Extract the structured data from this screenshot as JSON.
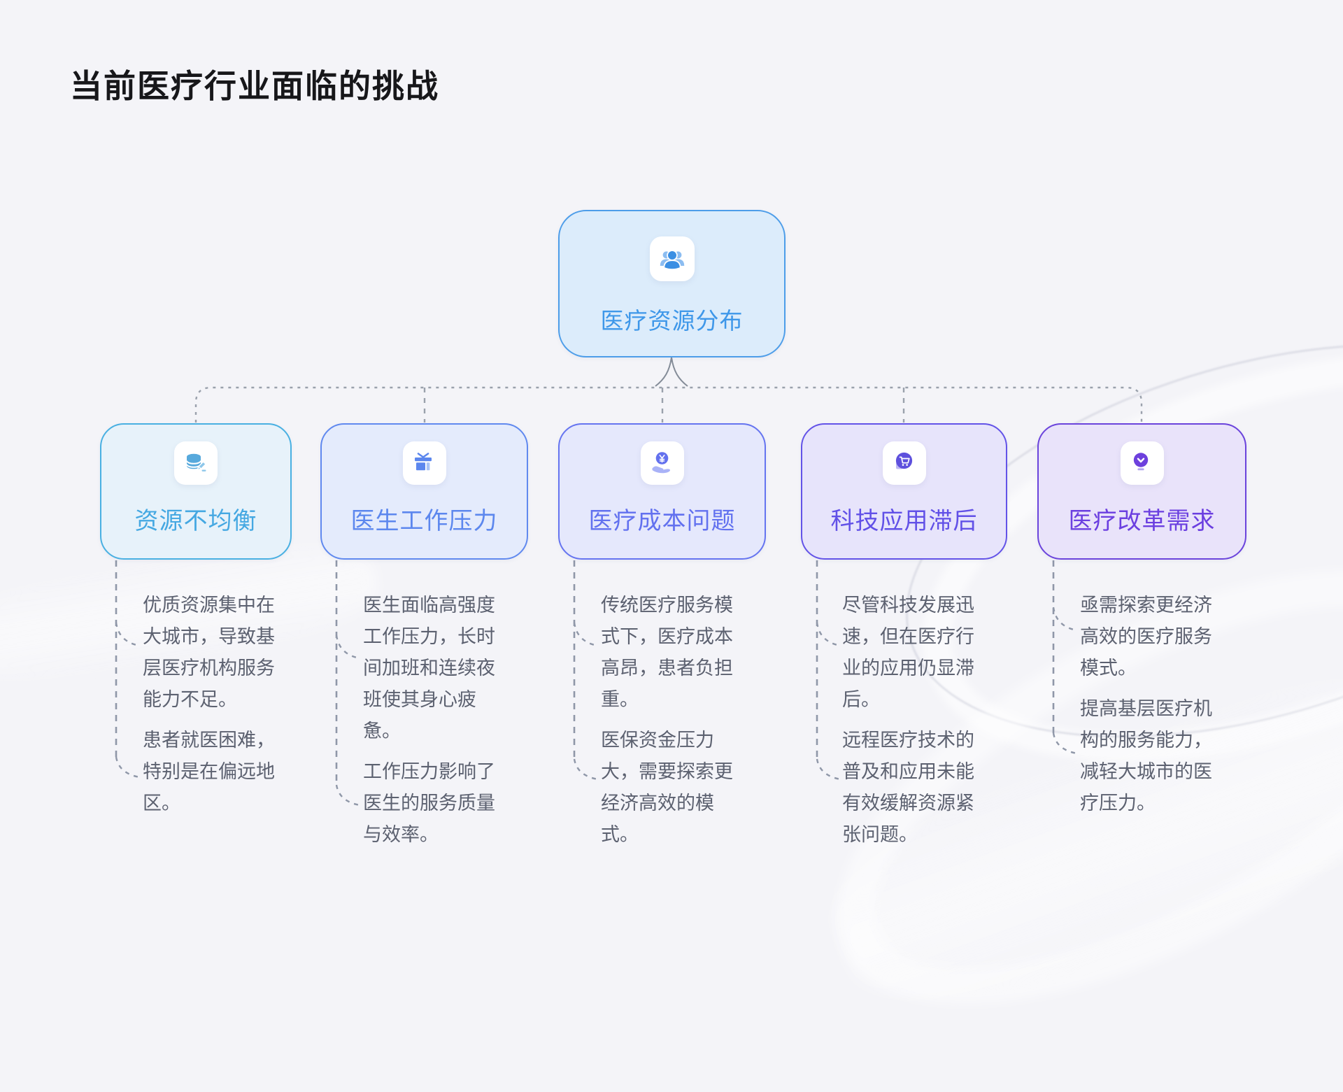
{
  "title": "当前医疗行业面临的挑战",
  "root": {
    "label": "医疗资源分布",
    "icon": "people-group-icon",
    "accent": "#3e97e9",
    "bg": "#dcecfb",
    "border": "#4d9de9"
  },
  "children": [
    {
      "label": "资源不均衡",
      "icon": "database-edit-icon",
      "accent": "#45a8e2",
      "bg": "#e7f2fa",
      "border": "#49b0e2",
      "paragraphs": [
        "优质资源集中在大城市，导致基层医疗机构服务能力不足。",
        "患者就医困难，特别是在偏远地区。"
      ]
    },
    {
      "label": "医生工作压力",
      "icon": "gift-icon",
      "accent": "#5c87ee",
      "bg": "#e4ebfc",
      "border": "#6089ef",
      "paragraphs": [
        "医生面临高强度工作压力，长时间加班和连续夜班使其身心疲惫。",
        "工作压力影响了医生的服务质量与效率。"
      ]
    },
    {
      "label": "医疗成本问题",
      "icon": "coin-hand-icon",
      "accent": "#6271ef",
      "bg": "#e5e8fc",
      "border": "#6574f0",
      "paragraphs": [
        "传统医疗服务模式下，医疗成本高昂，患者负担重。",
        "医保资金压力大，需要探索更经济高效的模式。"
      ]
    },
    {
      "label": "科技应用滞后",
      "icon": "cart-icon",
      "accent": "#6150e7",
      "bg": "#e7e4fb",
      "border": "#6353e8",
      "paragraphs": [
        "尽管科技发展迅速，但在医疗行业的应用仍显滞后。",
        "远程医疗技术的普及和应用未能有效缓解资源紧张问题。"
      ]
    },
    {
      "label": "医疗改革需求",
      "icon": "bulb-icon",
      "accent": "#6b3fe0",
      "bg": "#e9e3fa",
      "border": "#6b44dc",
      "paragraphs": [
        "亟需探索更经济高效的医疗服务模式。",
        "提高基层医疗机构的服务能力，减轻大城市的医疗压力。"
      ]
    }
  ],
  "colors": {
    "background": "#f4f4f8",
    "connector": "#9aa1ac",
    "body_text": "#5c6170",
    "title_text": "#17171a"
  }
}
